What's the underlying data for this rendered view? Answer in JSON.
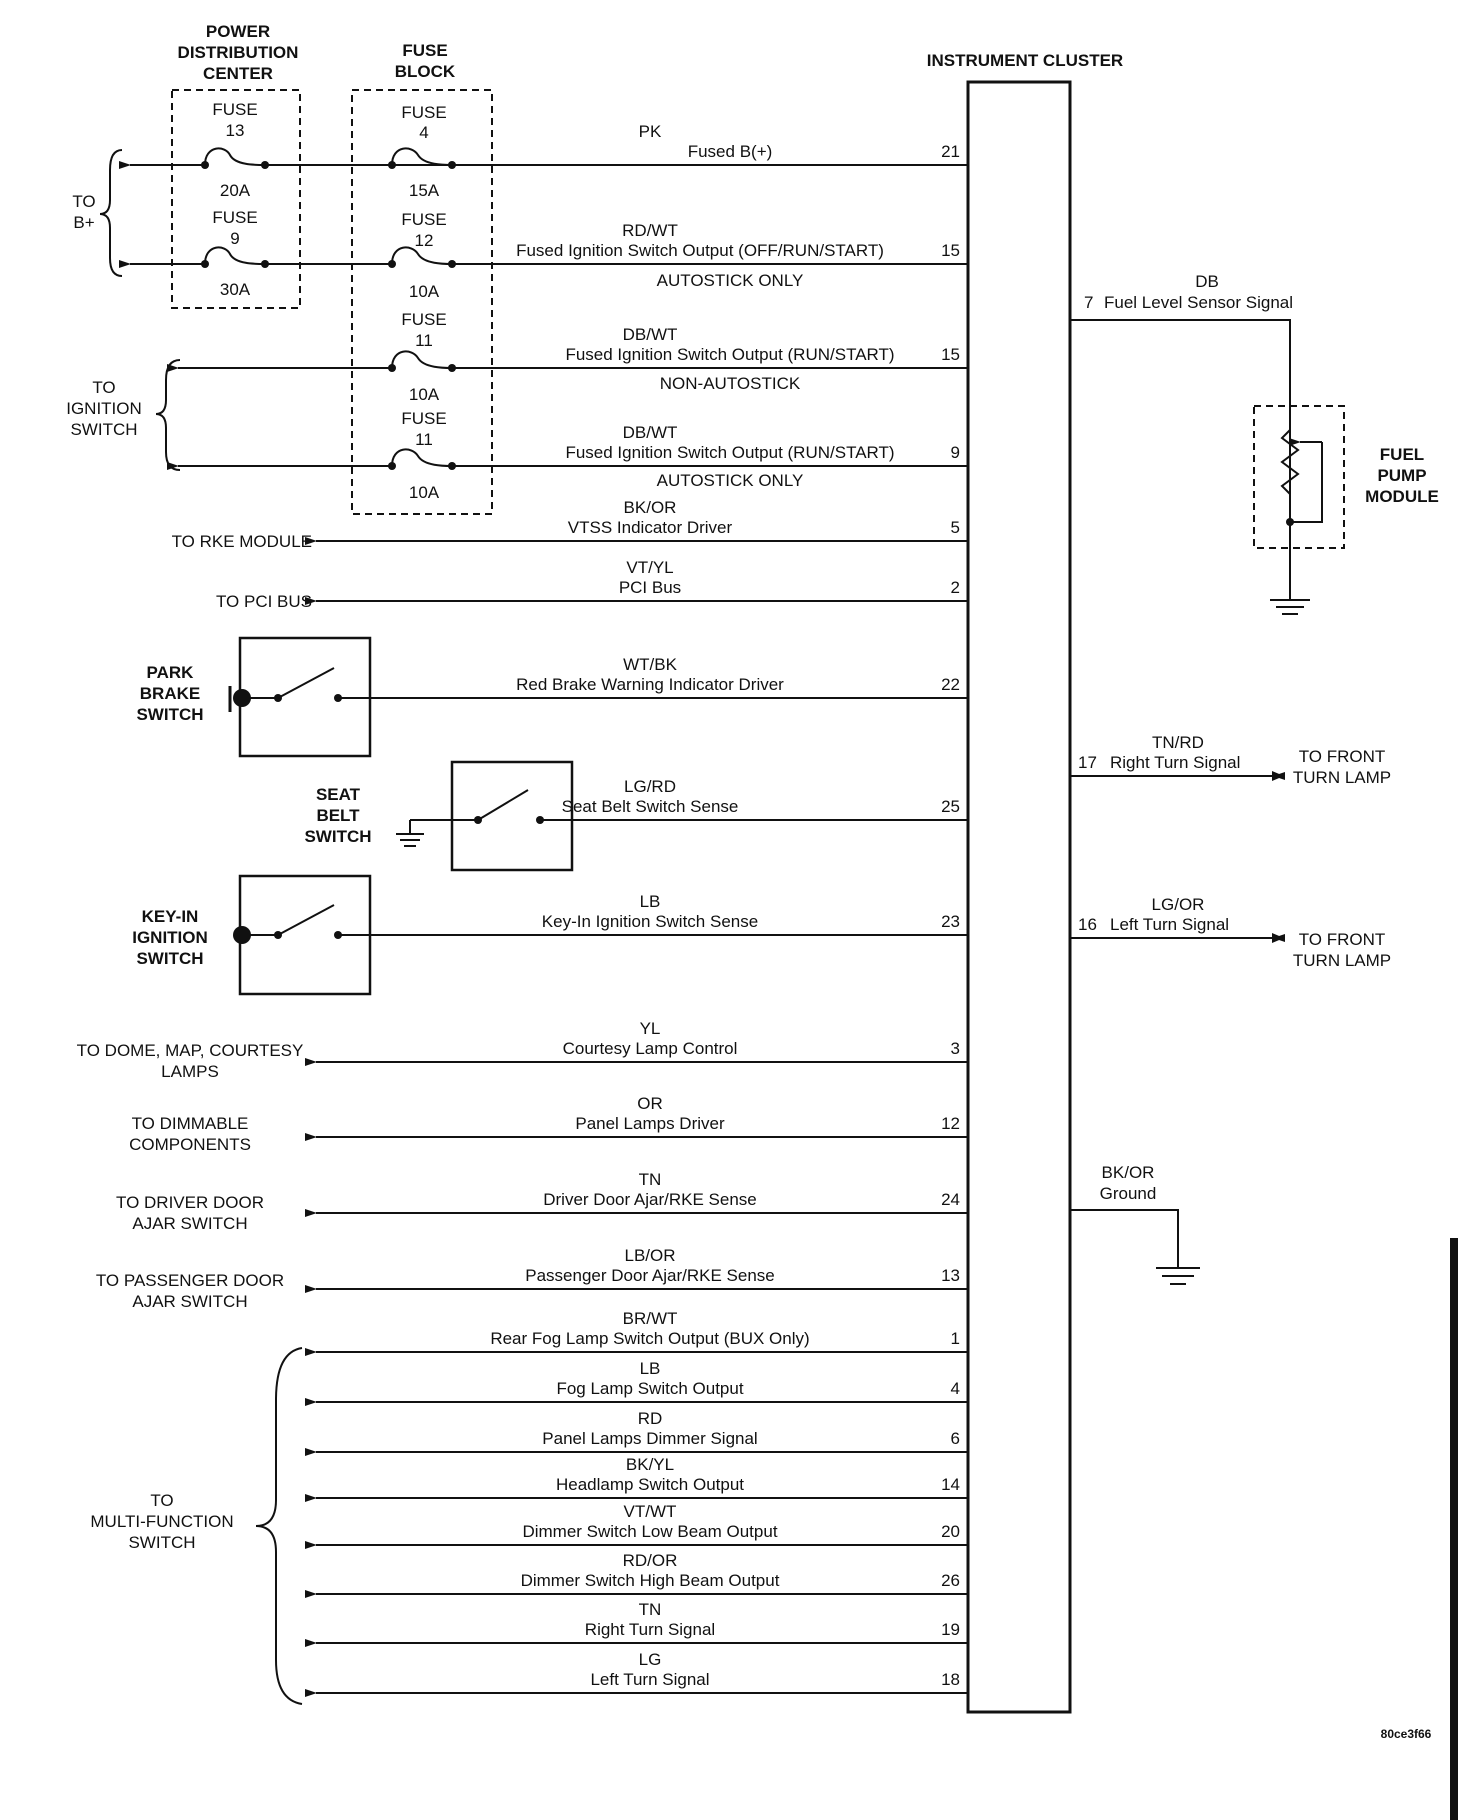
{
  "pdc": {
    "title_lines": [
      "POWER",
      "DISTRIBUTION",
      "CENTER"
    ],
    "fuses": [
      {
        "name": [
          "FUSE",
          "13"
        ],
        "rating": "20A"
      },
      {
        "name": [
          "FUSE",
          "9"
        ],
        "rating": "30A"
      }
    ]
  },
  "fuse_block": {
    "title_lines": [
      "FUSE",
      "BLOCK"
    ],
    "fuses": [
      {
        "name": [
          "FUSE",
          "4"
        ],
        "rating": "15A"
      },
      {
        "name": [
          "FUSE",
          "12"
        ],
        "rating": "10A"
      },
      {
        "name": [
          "FUSE",
          "11"
        ],
        "rating": "10A"
      },
      {
        "name": [
          "FUSE",
          "11"
        ],
        "rating": "10A"
      }
    ]
  },
  "cluster_title": "INSTRUMENT CLUSTER",
  "to_bplus": [
    "TO",
    "B+"
  ],
  "to_ignition_switch": [
    "TO",
    "IGNITION",
    "SWITCH"
  ],
  "to_multifunction": [
    "TO",
    "MULTI-FUNCTION",
    "SWITCH"
  ],
  "notes": [
    "AUTOSTICK ONLY",
    "NON-AUTOSTICK",
    "AUTOSTICK ONLY"
  ],
  "left_circuits": [
    {
      "color": "PK",
      "name": "Fused B(+)",
      "pin": "21"
    },
    {
      "color": "RD/WT",
      "name": "Fused Ignition Switch Output (OFF/RUN/START)",
      "pin": "15"
    },
    {
      "color": "DB/WT",
      "name": "Fused Ignition Switch Output (RUN/START)",
      "pin": "15"
    },
    {
      "color": "DB/WT",
      "name": "Fused Ignition Switch Output (RUN/START)",
      "pin": "9"
    },
    {
      "color": "BK/OR",
      "name": "VTSS Indicator Driver",
      "pin": "5",
      "dest": [
        "TO RKE MODULE"
      ]
    },
    {
      "color": "VT/YL",
      "name": "PCI Bus",
      "pin": "2",
      "dest": [
        "TO PCI BUS"
      ]
    },
    {
      "color": "WT/BK",
      "name": "Red Brake Warning Indicator Driver",
      "pin": "22"
    },
    {
      "color": "LG/RD",
      "name": "Seat Belt Switch Sense",
      "pin": "25"
    },
    {
      "color": "LB",
      "name": "Key-In Ignition Switch Sense",
      "pin": "23"
    },
    {
      "color": "YL",
      "name": "Courtesy Lamp Control",
      "pin": "3",
      "dest": [
        "TO DOME, MAP, COURTESY",
        "LAMPS"
      ]
    },
    {
      "color": "OR",
      "name": "Panel Lamps Driver",
      "pin": "12",
      "dest": [
        "TO DIMMABLE",
        "COMPONENTS"
      ]
    },
    {
      "color": "TN",
      "name": "Driver Door Ajar/RKE Sense",
      "pin": "24",
      "dest": [
        "TO DRIVER DOOR",
        "AJAR SWITCH"
      ]
    },
    {
      "color": "LB/OR",
      "name": "Passenger Door Ajar/RKE Sense",
      "pin": "13",
      "dest": [
        "TO PASSENGER DOOR",
        "AJAR SWITCH"
      ]
    },
    {
      "color": "BR/WT",
      "name": "Rear Fog Lamp Switch Output (BUX Only)",
      "pin": "1"
    },
    {
      "color": "LB",
      "name": "Fog Lamp Switch Output",
      "pin": "4"
    },
    {
      "color": "RD",
      "name": "Panel Lamps Dimmer Signal",
      "pin": "6"
    },
    {
      "color": "BK/YL",
      "name": "Headlamp Switch Output",
      "pin": "14"
    },
    {
      "color": "VT/WT",
      "name": "Dimmer Switch Low Beam Output",
      "pin": "20"
    },
    {
      "color": "RD/OR",
      "name": "Dimmer Switch High Beam Output",
      "pin": "26"
    },
    {
      "color": "TN",
      "name": "Right Turn Signal",
      "pin": "19"
    },
    {
      "color": "LG",
      "name": "Left Turn Signal",
      "pin": "18"
    }
  ],
  "switches": [
    {
      "name": [
        "PARK",
        "BRAKE",
        "SWITCH"
      ]
    },
    {
      "name": [
        "SEAT",
        "BELT",
        "SWITCH"
      ]
    },
    {
      "name": [
        "KEY-IN",
        "IGNITION",
        "SWITCH"
      ]
    }
  ],
  "right_circuits": [
    {
      "color": "DB",
      "name": "Fuel Level Sensor Signal",
      "pin": "7"
    },
    {
      "color": "TN/RD",
      "name": "Right Turn Signal",
      "pin": "17",
      "dest": [
        "TO FRONT",
        "TURN LAMP"
      ]
    },
    {
      "color": "LG/OR",
      "name": "Left Turn Signal",
      "pin": "16",
      "dest": [
        "TO FRONT",
        "TURN LAMP"
      ]
    },
    {
      "color": "BK/OR",
      "name": "Ground"
    }
  ],
  "fuel_pump_module": [
    "FUEL",
    "PUMP",
    "MODULE"
  ],
  "figure_code": "80ce3f66"
}
